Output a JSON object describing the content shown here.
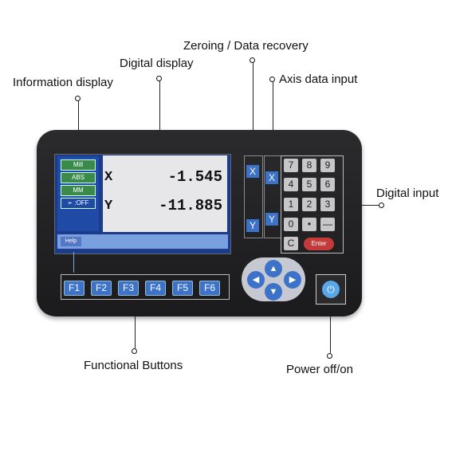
{
  "labels": {
    "information_display": "Information display",
    "digital_display": "Digital display",
    "zeroing": "Zeroing / Data recovery",
    "axis_data_input": "Axis data input",
    "digital_input": "Digital input",
    "functional_buttons": "Functional Buttons",
    "power": "Power off/on"
  },
  "info_buttons": [
    "Mill",
    "ABS",
    "MM",
    "➢ :OFF"
  ],
  "axes": [
    {
      "name": "X",
      "value": "-1.545"
    },
    {
      "name": "Y",
      "value": "-11.885"
    }
  ],
  "help_label": "Help",
  "function_keys": [
    "F1",
    "F2",
    "F3",
    "F4",
    "F5",
    "F6"
  ],
  "zero_keys": [
    "X",
    "Y"
  ],
  "axis_keys": [
    "X",
    "Y"
  ],
  "keypad": [
    [
      "7",
      "8",
      "9"
    ],
    [
      "4",
      "5",
      "6"
    ],
    [
      "1",
      "2",
      "3"
    ],
    [
      "0",
      "•",
      "—"
    ]
  ],
  "keypad_clear": "C",
  "keypad_enter": "Enter",
  "power_symbol": "⏻"
}
